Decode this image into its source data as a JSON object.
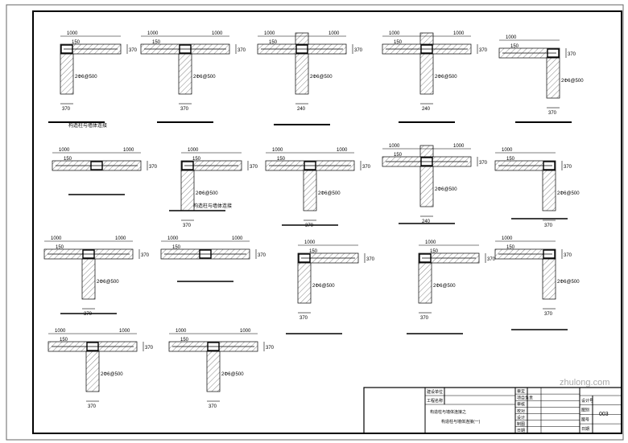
{
  "drawing": {
    "title_line1": "构造柱与墙体连接之",
    "title_line2": "构造柱与墙体连接(一)",
    "detail_caption": "构造柱与墙体连接",
    "dims": {
      "span": "1000",
      "wall": "370",
      "wall_thin": "240",
      "offset": "150",
      "rebar": "2Φ6@500"
    }
  },
  "title_block": {
    "project_label": "建设单位",
    "name_label": "工程名称",
    "rows": [
      "审定",
      "项目负责",
      "审核",
      "校对",
      "设计",
      "制图",
      "日期"
    ],
    "right_rows": [
      "设计号",
      "图别",
      "图号",
      "日期"
    ],
    "sheet_no": "003"
  },
  "watermark": "zhulong.com"
}
